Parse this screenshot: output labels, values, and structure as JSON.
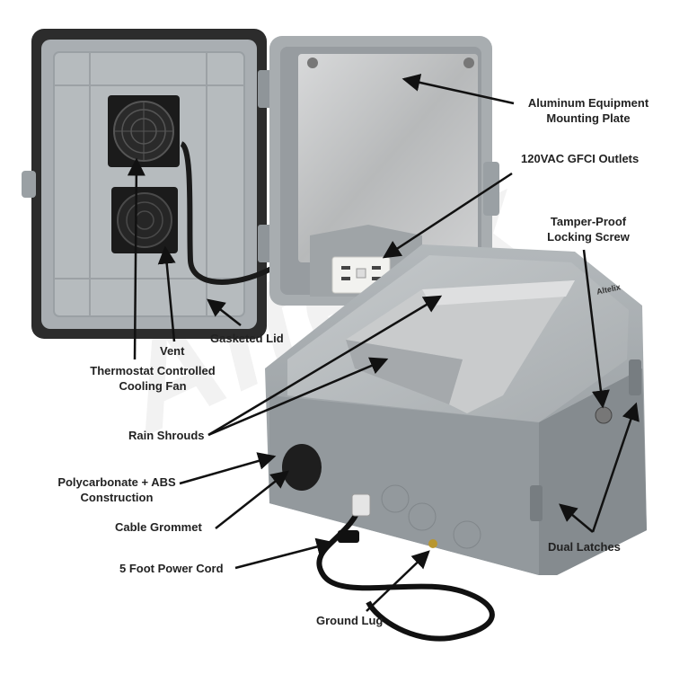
{
  "watermark": "Altelix",
  "brand_badge": "Altelix",
  "labels": {
    "plate_line1": "Aluminum Equipment",
    "plate_line2": "Mounting Plate",
    "outlets": "120VAC GFCI Outlets",
    "screw_line1": "Tamper-Proof",
    "screw_line2": "Locking Screw",
    "gasket": "Gasketed Lid",
    "vent": "Vent",
    "fan_line1": "Thermostat Controlled",
    "fan_line2": "Cooling Fan",
    "shrouds": "Rain Shrouds",
    "material_line1": "Polycarbonate + ABS",
    "material_line2": "Construction",
    "grommet": "Cable Grommet",
    "cord": "5 Foot Power Cord",
    "latches": "Dual Latches",
    "lug": "Ground Lug"
  },
  "colors": {
    "enclosure": "#9aa0a4",
    "enclosure_light": "#b8bdc0",
    "plate": "#c4c6c7",
    "fan": "#1b1b1b",
    "cord": "#111111"
  }
}
